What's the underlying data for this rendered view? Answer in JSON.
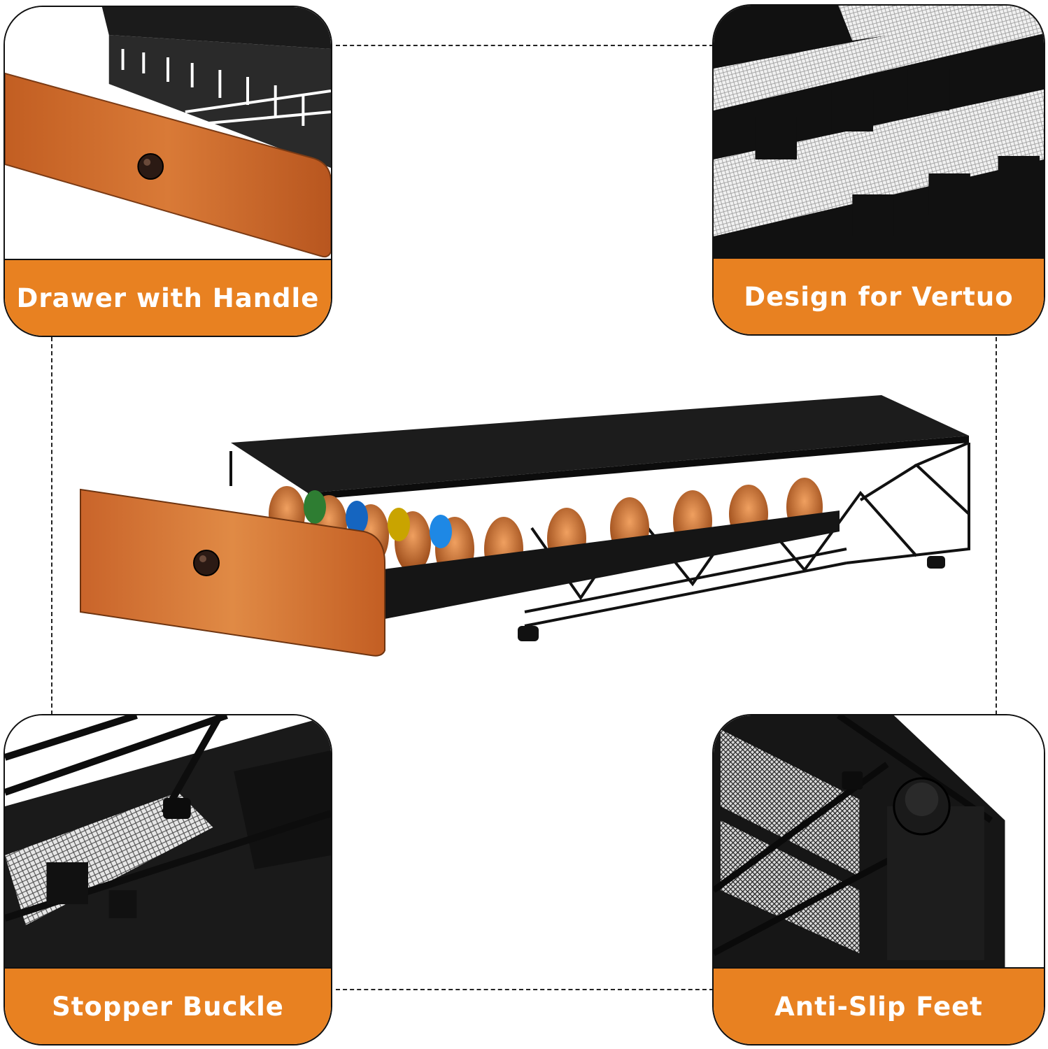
{
  "features": {
    "drawer": {
      "label": "Drawer with Handle"
    },
    "vertuo": {
      "label": "Design for Vertuo"
    },
    "stopper": {
      "label": "Stopper Buckle"
    },
    "feet": {
      "label": "Anti-Slip Feet"
    }
  },
  "colors": {
    "band": "#e88121",
    "wood": "#c96a2c",
    "metal": "#1a1a1a",
    "outline": "#111111"
  },
  "icons": {
    "handle": "knob-icon"
  }
}
